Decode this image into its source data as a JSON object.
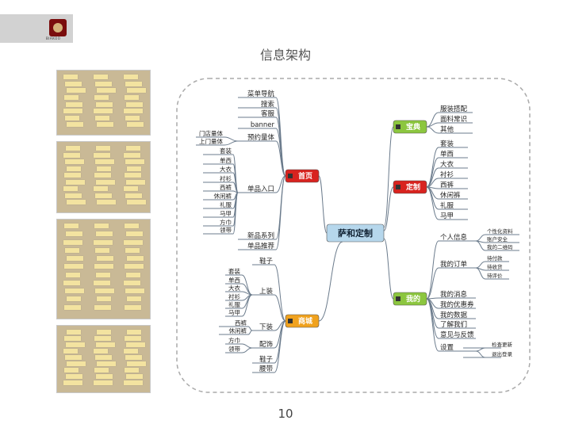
{
  "header": {
    "logo_text": "BIAKOO"
  },
  "page": {
    "title": "信息架构",
    "number": "10"
  },
  "mindmap": {
    "root": "萨和定制",
    "home": {
      "label": "首页",
      "items": [
        "菜单导航",
        "搜索",
        "客服",
        "banner",
        "预约量体",
        "单品入口",
        "新品系列",
        "单品推荐"
      ],
      "booking_sub": [
        "门店量体",
        "上门量体"
      ],
      "single_sub": [
        "套装",
        "单西",
        "大衣",
        "衬衫",
        "西裤",
        "休闲裤",
        "礼服",
        "马甲",
        "方巾",
        "领带"
      ]
    },
    "mall": {
      "label": "商城",
      "items": [
        "鞋子",
        "上装",
        "下装",
        "配饰",
        "鞋子",
        "腰带"
      ],
      "tops_sub": [
        "套装",
        "单西",
        "大衣",
        "衬衫",
        "礼服",
        "马甲"
      ],
      "bottoms_sub": [
        "西裤",
        "休闲裤"
      ],
      "accessories_sub": [
        "方巾",
        "领带"
      ]
    },
    "guide": {
      "label": "宝典",
      "items": [
        "服装搭配",
        "面料常识",
        "其他"
      ]
    },
    "custom": {
      "label": "定制",
      "items": [
        "套装",
        "单西",
        "大衣",
        "衬衫",
        "西裤",
        "休闲裤",
        "礼服",
        "马甲"
      ]
    },
    "mine": {
      "label": "我的",
      "items": [
        "个人信息",
        "我的订单",
        "我的消息",
        "我的优惠券",
        "我的数据",
        "了解我们",
        "意见与反馈",
        "设置"
      ],
      "profile_sub": [
        "个性化资料",
        "账户安全",
        "我的二维码"
      ],
      "order_sub": [
        "待付款",
        "待收货",
        "待评价"
      ],
      "settings_sub": [
        "检查更新",
        "退出登录"
      ]
    }
  },
  "colors": {
    "home": "#d8231f",
    "mall": "#f0a21e",
    "guide": "#8cc63f",
    "custom": "#d8231f",
    "mine": "#8cc63f",
    "root": "#b6d7ec",
    "border": "#aaaaaa",
    "line": "#6b7b8c"
  }
}
